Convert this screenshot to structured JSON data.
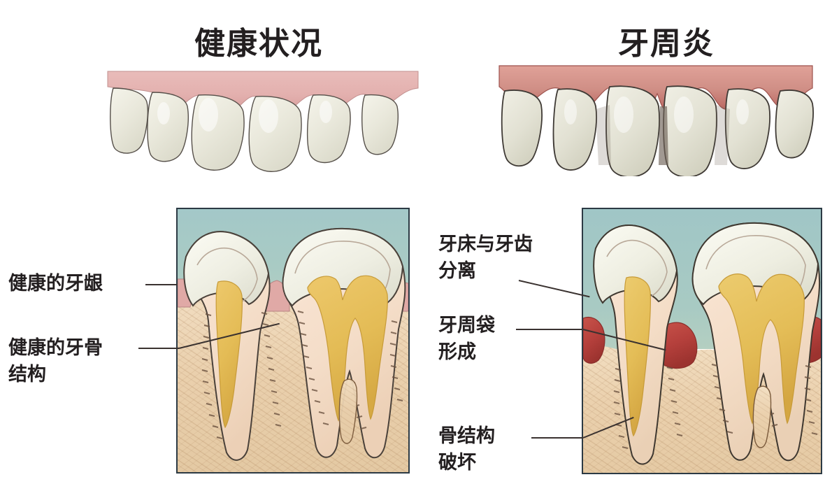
{
  "figure": {
    "kind": "medical-illustration",
    "subject": "periodontal disease comparison",
    "titles": {
      "healthy": "健康状况",
      "periodontitis": "牙周炎"
    },
    "labels": {
      "healthy_gum": "健康的牙龈",
      "healthy_bone": "健康的牙骨\n结构",
      "gum_separation": "牙床与牙齿\n分离",
      "pocket_formation": "牙周袋\n形成",
      "bone_destruction": "骨结构\n破坏"
    },
    "colors": {
      "text": "#231f20",
      "leader_line": "#3a3230",
      "panel_border": "#2c3a44",
      "sky_background": "#a8c9c5",
      "bone": "#e8d0b0",
      "bone_speckle": "#92683e",
      "enamel": "#f2f1e6",
      "dentin": "#f6e0ce",
      "pulp": "#e8c061",
      "gum_healthy": "#e6b7b4",
      "gum_inflamed": "#b5403c",
      "tooth_outline": "#3b332e",
      "frontal_gum_healthy": "#e3b3b2",
      "frontal_gum_inflamed": "#cc7f78",
      "frontal_tooth": "#e9e8dc"
    },
    "panels": {
      "healthy_crosssection": {
        "caption_group": "healthy",
        "gum_state": "pale pink, firm, filling interdental spaces",
        "bone_level": "high, near cemento-enamel junction",
        "pocket_depth": "shallow"
      },
      "periodontitis_crosssection": {
        "caption_group": "periodontitis",
        "gum_state": "red, swollen, detached from tooth surface",
        "bone_level": "receded, destroyed interdental crest",
        "pocket_depth": "deep periodontal pocket"
      },
      "healthy_frontal": {
        "tooth_count": 6,
        "gum_description": "even scalloped pale pink gingival margin"
      },
      "periodontitis_frontal": {
        "tooth_count": 6,
        "gum_description": "dark red swollen receded gingiva with open embrasures"
      }
    }
  }
}
